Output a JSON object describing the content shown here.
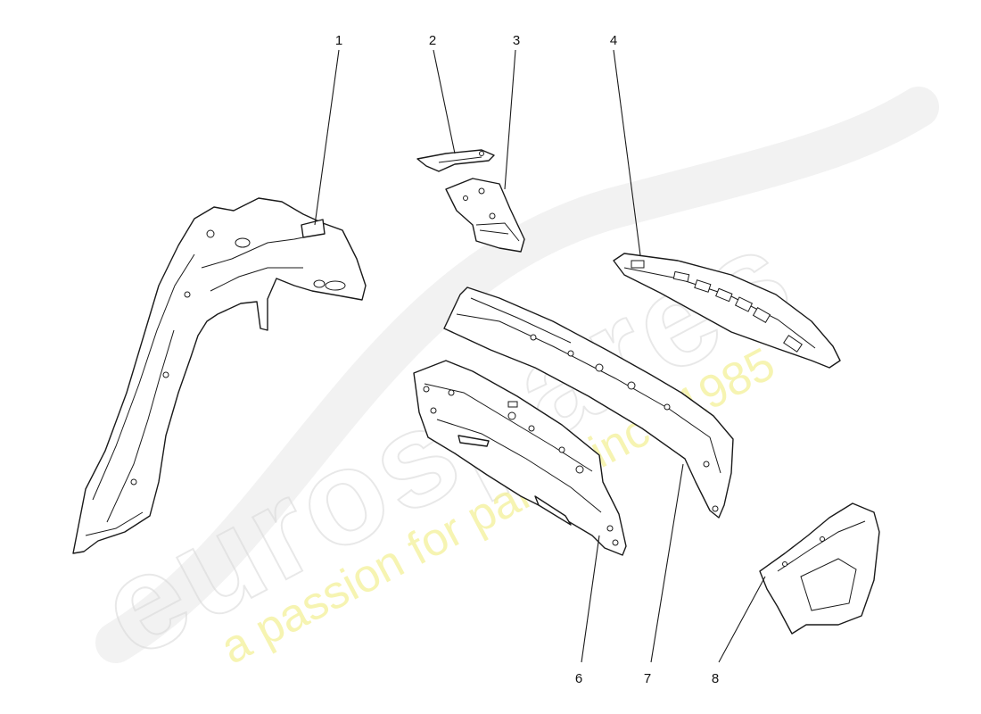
{
  "watermark": {
    "brand": "eurospares",
    "tagline": "a passion for parts since 1985"
  },
  "callouts": [
    {
      "id": "1",
      "label": "1"
    },
    {
      "id": "2",
      "label": "2"
    },
    {
      "id": "3",
      "label": "3"
    },
    {
      "id": "4",
      "label": "4"
    },
    {
      "id": "6",
      "label": "6"
    },
    {
      "id": "7",
      "label": "7"
    },
    {
      "id": "8",
      "label": "8"
    }
  ]
}
